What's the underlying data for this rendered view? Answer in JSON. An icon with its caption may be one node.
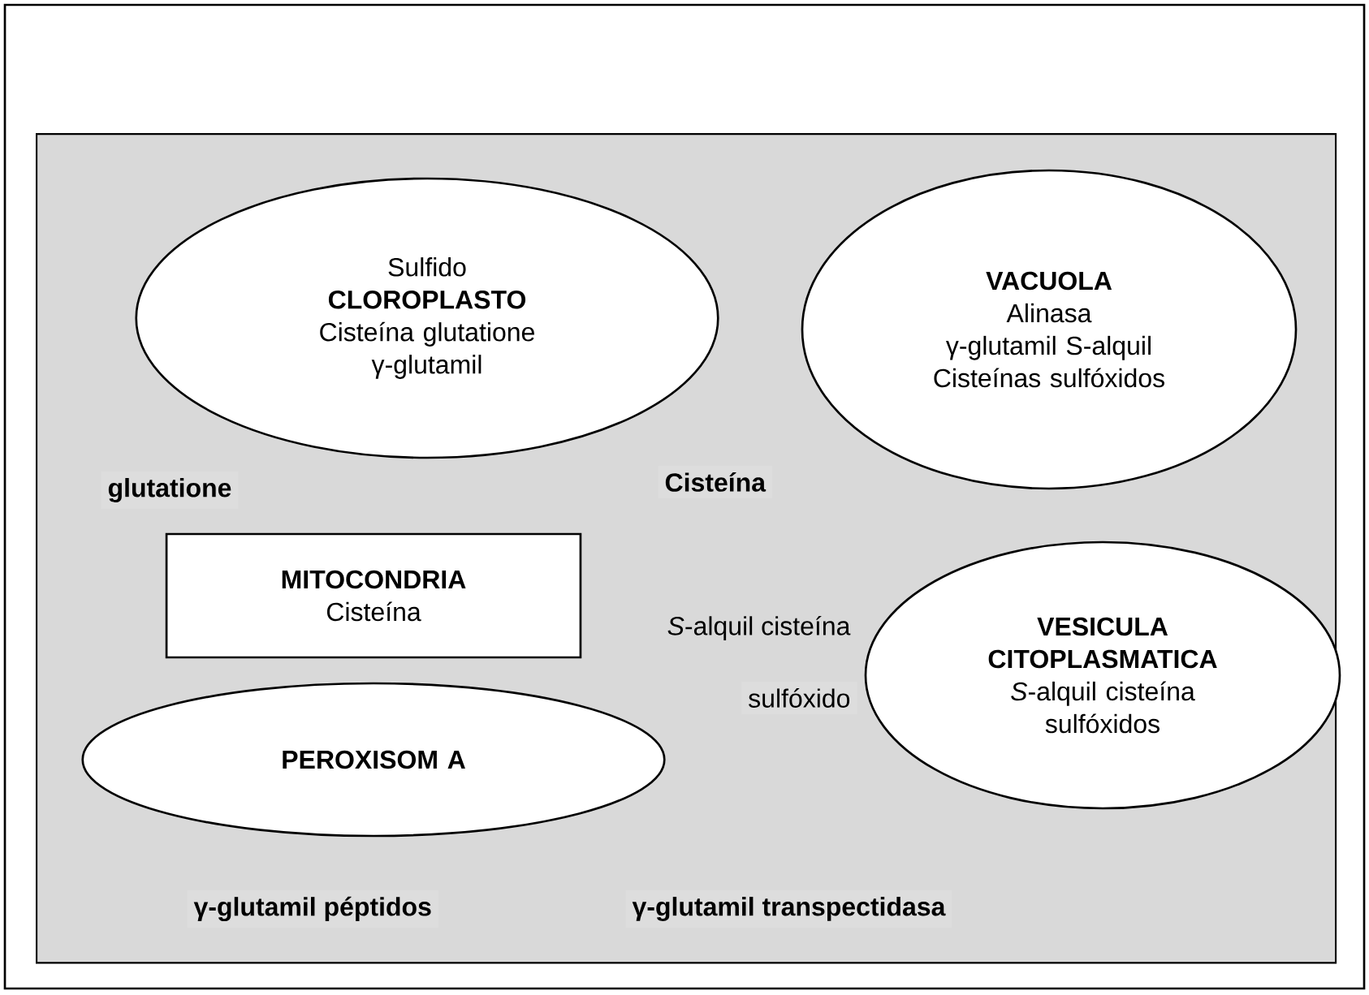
{
  "diagram": {
    "nodes": [
      {
        "text": [],
        "shape": "box"
      },
      {
        "text": [
          "Sulfido",
          "CLOROPLASTO",
          "Cisteína   glutatione",
          "γ-glutamil"
        ],
        "in": 0
      },
      {
        "text": [
          "VACUOLA",
          "Alinasa",
          "γ-glutamil S-alquil Cisteínas sulfóxidos"
        ],
        "in": 0
      },
      {
        "text": [
          "MITOCONDRIA",
          "Cisteína"
        ],
        "in": 0
      },
      {
        "text": [
          "VESICULA CITOPLASMATICA",
          "*S*-alquil cisteína sulfóxidos"
        ],
        "in": 0
      },
      {
        "text": [
          "PEROXISOM A"
        ],
        "in": 0
      }
    ],
    "labels": [
      "glutatione",
      "Cisteína",
      "*S*-alquil cisteína",
      "sulfóxido",
      "γ-glutamil péptidos",
      "γ-glutamil transpectidasa"
    ]
  }
}
